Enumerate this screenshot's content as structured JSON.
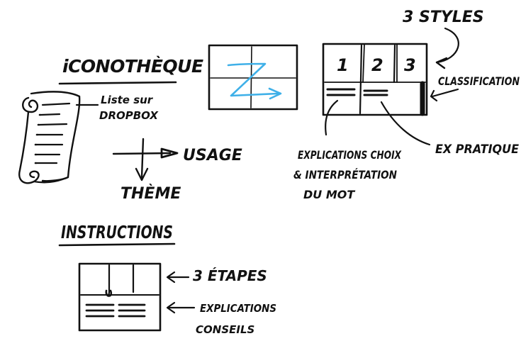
{
  "section_iconotheque": {
    "title": "iCONOTHÈQUE",
    "scroll_note_line1": "Liste sur",
    "scroll_note_line2": "DROPBOX",
    "axis_usage": "USAGE",
    "axis_theme": "THÈME"
  },
  "section_styles": {
    "header": "3 STYLES",
    "cells": [
      "1",
      "2",
      "3"
    ],
    "classification": "CLASSIFICATION",
    "ex_pratique": "EX PRATIQUE",
    "explications_line1": "EXPLICATIONS CHOIX",
    "explications_line2": "& INTERPRÉTATION",
    "explications_line3": "DU MOT"
  },
  "section_instructions": {
    "title": "INSTRUCTIONS",
    "etapes": "3 ÉTAPES",
    "explications_line1": "EXPLICATIONS",
    "explications_line2": "CONSEILS"
  },
  "colors": {
    "ink": "#111111",
    "accent": "#3fb0e8"
  }
}
